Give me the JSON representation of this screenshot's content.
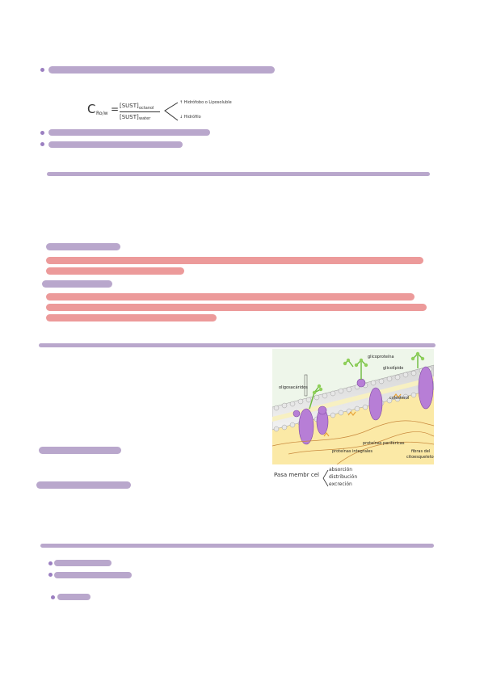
{
  "formula": {
    "lhs": "C",
    "sub": "Ro/w",
    "numerator": "[SUST]",
    "numerator_sub": "octanol",
    "denominator": "[SUST]",
    "denominator_sub": "water",
    "branch_up": "↑ Hidrófobo o Liposoluble",
    "branch_down": "↓ Hidrófilo"
  },
  "membrane_figure": {
    "labels": {
      "glycoprotein": "glicoproteína",
      "glycolipid": "glicolípido",
      "oligosaccharides": "oligosacáridos",
      "cholesterol": "colesterol",
      "peripheral_proteins": "proteínas periféricas",
      "integral_proteins": "proteínas integrales",
      "cytoskeleton_fibers_1": "fibras del",
      "cytoskeleton_fibers_2": "citoesqueleto"
    }
  },
  "membrane_note": {
    "prefix": "Pasa membr cel",
    "items": [
      "absorción",
      "distribución",
      "excreción"
    ]
  },
  "colors": {
    "purple": "#b9a7cc",
    "red": "#ec9a9a",
    "bullet": "#9b7fc1",
    "hr": "#b9a7cc"
  }
}
